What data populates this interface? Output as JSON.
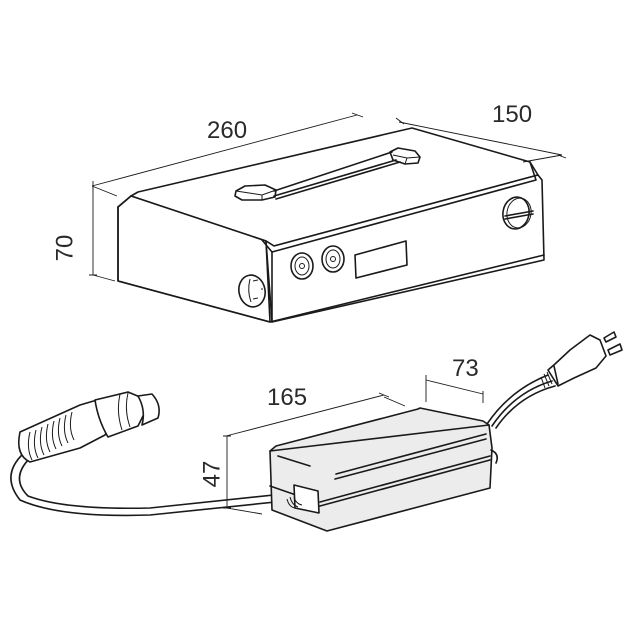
{
  "figure": {
    "type": "technical dimension drawing",
    "line_color": "#1a1a1a",
    "adapter_fill": "#ececec",
    "background": "#ffffff"
  },
  "main_unit": {
    "name": "control box",
    "dimensions": {
      "length": "260",
      "depth": "150",
      "height": "70"
    },
    "features": [
      "carry-handle",
      "power-inlet-socket",
      "coax-jack-1",
      "coax-jack-2",
      "display-window",
      "slotted-screw-cap"
    ]
  },
  "adapter": {
    "name": "AC adapter",
    "dimensions": {
      "length": "165",
      "depth": "73",
      "height": "47"
    },
    "features": [
      "dc-output-cable",
      "dc-connector-plug",
      "ac-cord",
      "ac-two-prong-plug"
    ]
  }
}
